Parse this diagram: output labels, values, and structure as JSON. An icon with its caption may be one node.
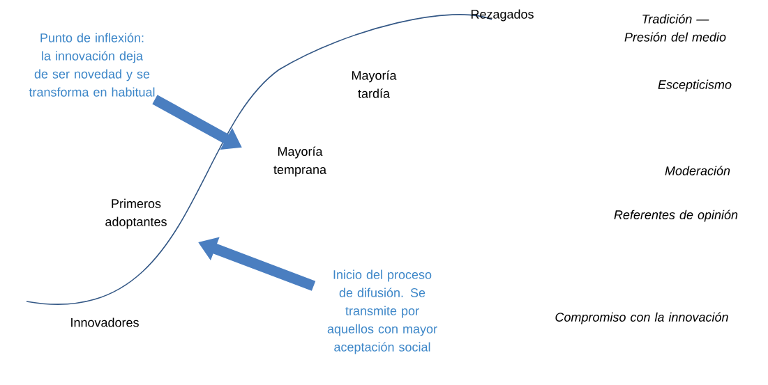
{
  "diagram": {
    "nodes": [
      {
        "text": [
          "Punto de inflexión: la innovación deja de ser novedad y se transforma en habitual"
        ]
      },
      {
        "text": [
          "Inicio del proceso de difusión. Se transmite por aquellos con mayor aceptación social"
        ]
      }
    ],
    "edges": [
      {
        "from": 0,
        "to": null,
        "arrow": "to"
      },
      {
        "from": 1,
        "to": null,
        "arrow": "to"
      }
    ],
    "labels": [
      "Rezagados",
      "Tradición — Presión del medio",
      "Mayoría tardía",
      "Escepticismo",
      "Mayoría temprana",
      "Moderación",
      "Primeros adoptantes",
      "Referentes de opinión",
      "Innovadores",
      "Compromiso con la innovación"
    ]
  }
}
